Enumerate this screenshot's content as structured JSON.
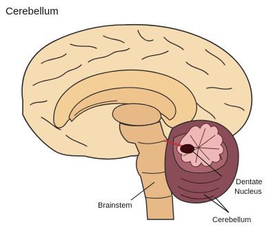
{
  "title": "Cerebellum",
  "labels": {
    "dentate_line1": "Dentate",
    "dentate_line2": "Nucleus",
    "brainstem": "Brainstem",
    "cerebellum": "Cerebellum"
  },
  "colors": {
    "cortex": "#f6dcb2",
    "cortex_inner": "#f3cf97",
    "outline": "#2b2b2b",
    "brainstem": "#e7b987",
    "cerebellum_dark": "#8a4c56",
    "cerebellum_mid": "#a9646d",
    "cerebellum_light": "#efb8b8",
    "dentate": "#3d0a10",
    "accent_red": "#c0303a"
  }
}
